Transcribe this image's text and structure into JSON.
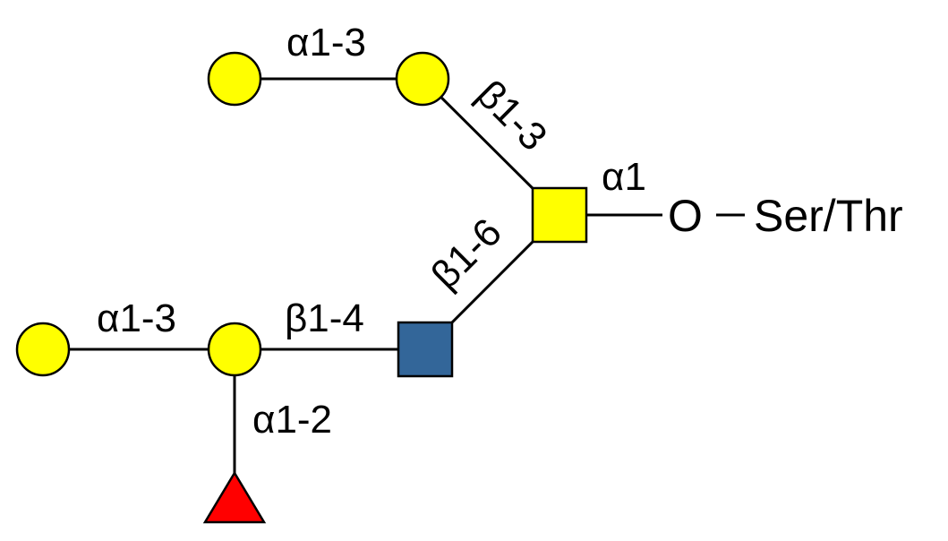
{
  "colors": {
    "galactose": "#ffff00",
    "galnac": "#ffff00",
    "glcnac": "#336699",
    "fucose": "#ff0000"
  },
  "linkages": {
    "top_a13": "α1-3",
    "b13": "β1-3",
    "a1": "α1",
    "b16": "β1-6",
    "b14": "β1-4",
    "bottom_a13": "α1-3",
    "a12": "α1-2"
  },
  "aglycone": {
    "oxygen": "O",
    "residue": "Ser/Thr"
  }
}
